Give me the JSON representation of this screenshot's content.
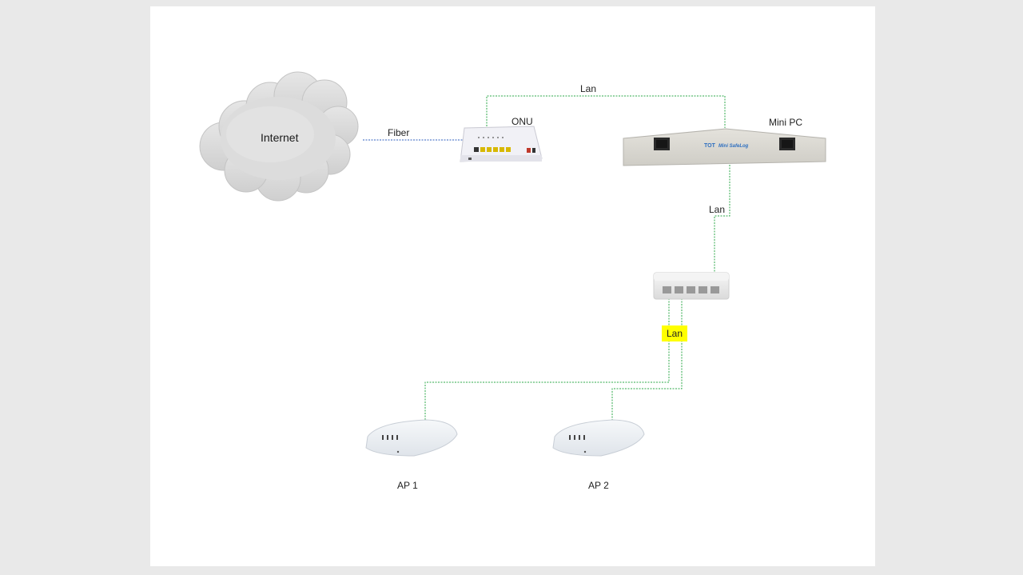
{
  "labels": {
    "internet": "Internet",
    "fiber": "Fiber",
    "onu": "ONU",
    "lan_top": "Lan",
    "mini_pc": "Mini PC",
    "lan_right": "Lan",
    "lan_highlight": "Lan",
    "ap1": "AP 1",
    "ap2": "AP 2",
    "mini_pc_brand": "Mini SafeLog",
    "mini_pc_logo": "TOT"
  },
  "icons": {
    "internet": "cloud-icon",
    "onu": "onu-device-icon",
    "mini_pc": "rackmount-pc-icon",
    "switch": "network-switch-icon",
    "ap1": "wireless-access-point-icon",
    "ap2": "wireless-access-point-icon"
  },
  "colors": {
    "background": "#e9e9e9",
    "canvas": "#ffffff",
    "fiber_line": "#2f5fbf",
    "lan_line": "#2ea84a",
    "highlight": "#ffff00",
    "cloud": "#d9d9d9"
  }
}
